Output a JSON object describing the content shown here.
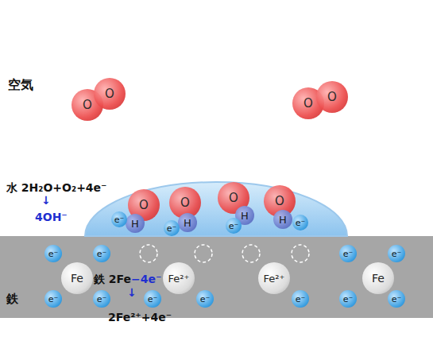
{
  "diagram": {
    "nodes": [
      {
        "text": [
          "O"
        ]
      },
      {
        "text": [
          "O"
        ]
      },
      {
        "text": [
          "O"
        ]
      },
      {
        "text": [
          "O"
        ]
      },
      {
        "text": [
          "O"
        ]
      },
      {
        "text": [
          "O"
        ]
      },
      {
        "text": [
          "O"
        ]
      },
      {
        "text": [
          "O"
        ]
      },
      {
        "text": [
          "H"
        ]
      },
      {
        "text": [
          "H"
        ]
      },
      {
        "text": [
          "H"
        ]
      },
      {
        "text": [
          "H"
        ]
      },
      {
        "text": [
          "e⁻"
        ]
      },
      {
        "text": [
          "e⁻"
        ]
      },
      {
        "text": [
          "e⁻"
        ]
      },
      {
        "text": [
          "e⁻"
        ]
      },
      {
        "text": [
          "e⁻"
        ]
      },
      {
        "text": [
          "e⁻"
        ]
      },
      {
        "text": [
          "e⁻"
        ]
      },
      {
        "text": [
          "e⁻"
        ]
      },
      {
        "text": [
          "Fe"
        ]
      },
      {
        "text": [
          "Fe²⁺"
        ]
      },
      {
        "text": [
          "Fe²⁺"
        ]
      },
      {
        "text": [
          "Fe"
        ]
      },
      {
        "text": [
          "e⁻"
        ]
      },
      {
        "text": [
          "e⁻"
        ]
      },
      {
        "text": [
          "e⁻"
        ]
      },
      {
        "text": [
          "e⁻"
        ]
      },
      {
        "text": [
          "e⁻"
        ]
      },
      {
        "text": [
          "e⁻"
        ]
      },
      {
        "text": [
          "e⁻"
        ]
      }
    ],
    "labels": [
      "空気",
      "水 2H₂O+O₂+4e⁻",
      "↓",
      "4OH⁻",
      "鉄",
      "鉄 2Fe",
      "−4e⁻",
      "↓",
      "2Fe²⁺+4e⁻"
    ]
  }
}
